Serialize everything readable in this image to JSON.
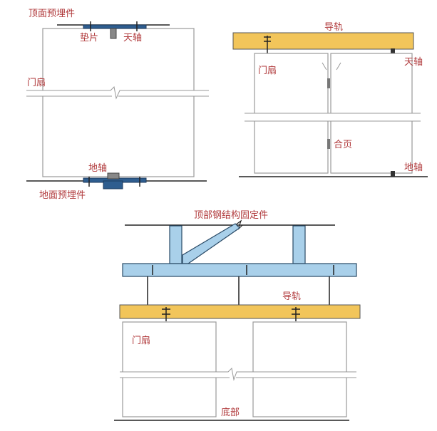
{
  "diagram_1": {
    "top_embedded_label": "顶面预埋件",
    "shim_label": "垫片",
    "top_pivot_label": "天轴",
    "door_leaf_label": "门扇",
    "floor_pivot_label": "地轴",
    "floor_embedded_label": "地面预埋件"
  },
  "diagram_2": {
    "rail_label": "导轨",
    "door_leaf_label": "门扇",
    "top_pivot_label": "天轴",
    "hinge_label": "合页",
    "floor_pivot_label": "地轴"
  },
  "diagram_3": {
    "steel_fixing_label": "顶部钢结构固定件",
    "rail_label": "导轨",
    "door_leaf_label": "门扇",
    "bottom_label": "底部"
  },
  "colors": {
    "label": "#b0393b",
    "rail": "#f2c55a",
    "steel": "#a9d0ea",
    "plate": "#2e5d8f"
  }
}
